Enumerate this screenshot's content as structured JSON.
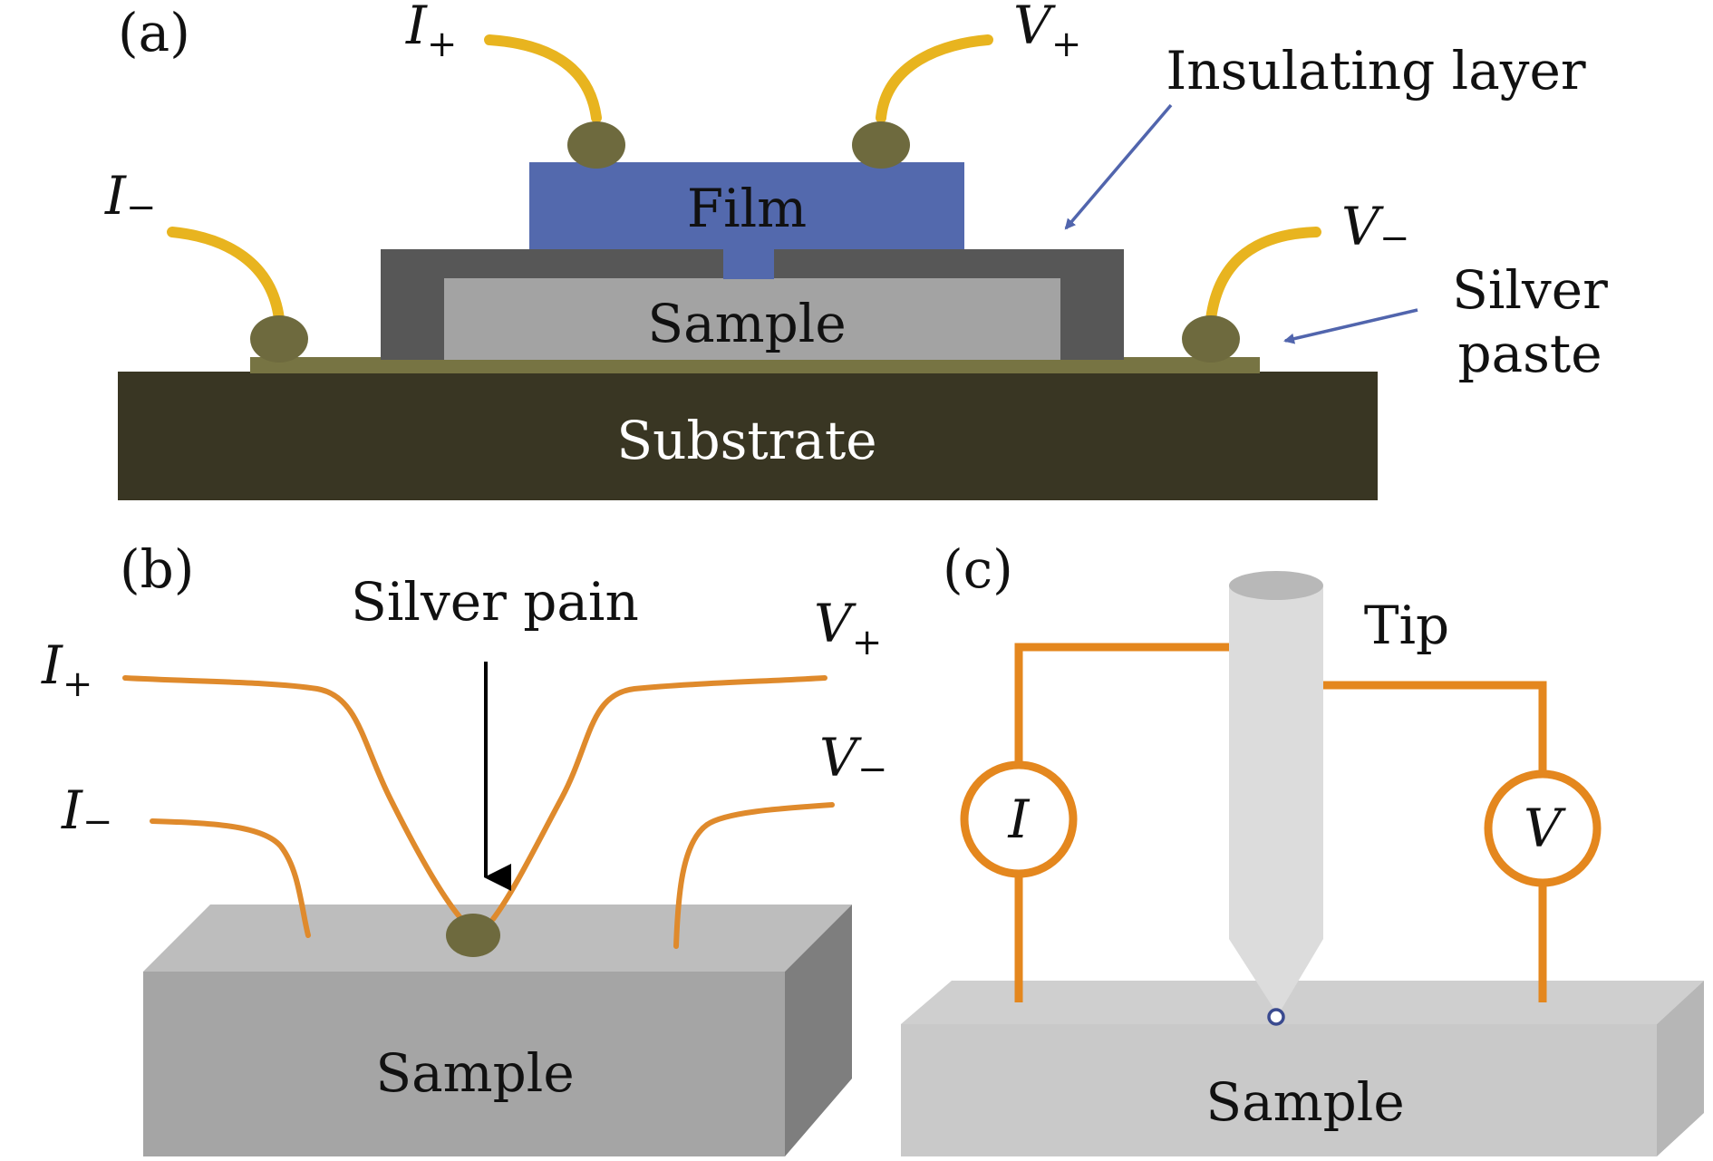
{
  "panels": {
    "a": {
      "label": "(a)",
      "film": "Film",
      "sample": "Sample",
      "substrate": "Substrate",
      "insulating_layer": "Insulating layer",
      "silver_paste_line1": "Silver",
      "silver_paste_line2": "paste",
      "terminals": {
        "i_plus": {
          "base": "I",
          "sub": "+"
        },
        "v_plus": {
          "base": "V",
          "sub": "+"
        },
        "i_minus": {
          "base": "I",
          "sub": "−"
        },
        "v_minus": {
          "base": "V",
          "sub": "−"
        }
      }
    },
    "b": {
      "label": "(b)",
      "silver_pain": "Silver pain",
      "sample": "Sample",
      "terminals": {
        "i_plus": {
          "base": "I",
          "sub": "+"
        },
        "v_plus": {
          "base": "V",
          "sub": "+"
        },
        "i_minus": {
          "base": "I",
          "sub": "−"
        },
        "v_minus": {
          "base": "V",
          "sub": "−"
        }
      }
    },
    "c": {
      "label": "(c)",
      "tip": "Tip",
      "sample": "Sample",
      "meter_i": "I",
      "meter_v": "V"
    }
  },
  "colors": {
    "film": "#5369ad",
    "insulating_layer": "#575757",
    "sample_a": "#a3a3a3",
    "substrate": "#393623",
    "silver_paste": "#777443",
    "contact_dot": "#6e6a3e",
    "wire_gold": "#e8b41f",
    "wire_orange": "#df8a2c",
    "wire_orange_c": "#e4871e",
    "arrow_blue": "#5165ad",
    "sample_b_top": "#bdbdbd",
    "sample_b_front": "#a5a5a5",
    "sample_b_side": "#7e7e7e",
    "sample_c_top": "#cfcfcf",
    "sample_c_front": "#c9c9c9",
    "sample_c_side": "#b6b6b6",
    "tip": "#dcdcdc",
    "tip_point": "#3a4a8f"
  }
}
